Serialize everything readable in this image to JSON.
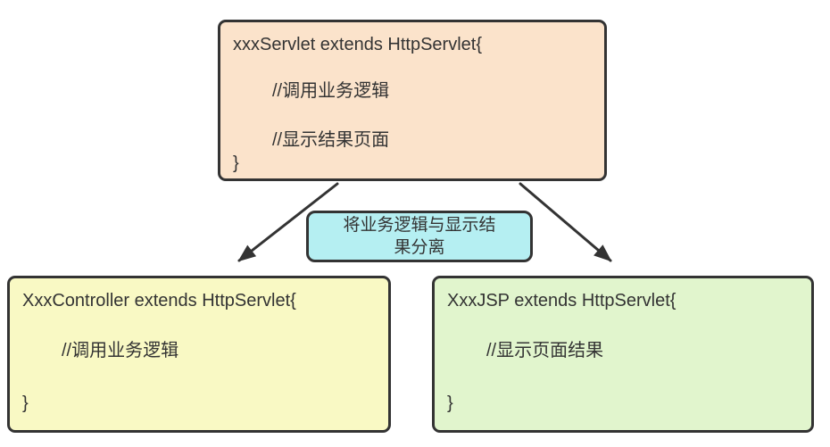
{
  "diagram_title": "Servlet separation of business logic and presentation",
  "colors": {
    "background": "#ffffff",
    "stroke": "#333333",
    "text": "#333333",
    "servlet_box_fill": "#fbe3cb",
    "callout_fill": "#b5eff2",
    "controller_box_fill": "#f9f9c4",
    "jsp_box_fill": "#e1f5cd"
  },
  "boxes": {
    "servlet": {
      "lines": [
        "xxxServlet extends HttpServlet{",
        "//调用业务逻辑",
        "//显示结果页面",
        "}"
      ]
    },
    "callout": {
      "lines": [
        "将业务逻辑与显示结",
        "果分离"
      ]
    },
    "controller": {
      "lines": [
        "XxxController extends HttpServlet{",
        "//调用业务逻辑",
        "}"
      ]
    },
    "jsp": {
      "lines": [
        "XxxJSP extends HttpServlet{",
        "//显示页面结果",
        "}"
      ]
    }
  },
  "arrows": [
    {
      "from": "servlet",
      "to": "controller"
    },
    {
      "from": "servlet",
      "to": "jsp"
    }
  ]
}
